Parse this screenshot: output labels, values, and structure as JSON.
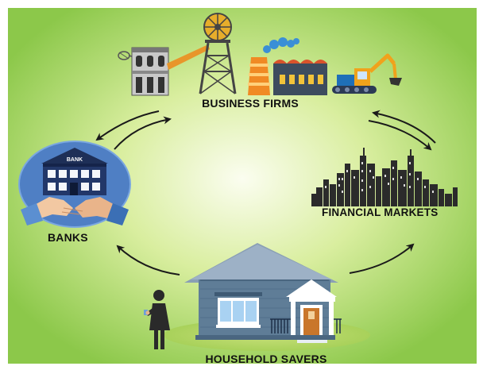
{
  "labels": {
    "business_firms": "BUSINESS FIRMS",
    "banks": "BANKS",
    "bank_sign": "BANK",
    "financial_markets": "FINANCIAL MARKETS",
    "household_savers": "HOUSEHOLD SAVERS"
  },
  "colors": {
    "background_center": "#f6fbe4",
    "background_edge": "#8cc84a",
    "arrow": "#1a1a1a",
    "house_wall": "#5f7d97",
    "house_roof": "#8a9fb5",
    "bank_circle": "#4f7fc4",
    "excavator": "#f0a21c",
    "tower": "#e7ad2b"
  }
}
